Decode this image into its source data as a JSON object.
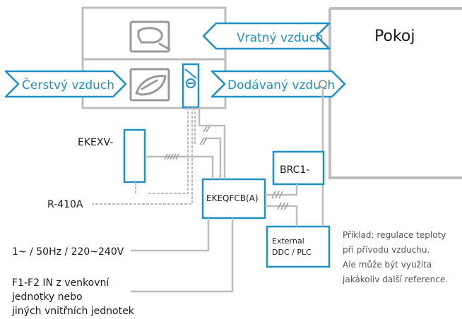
{
  "colors": {
    "accent": "#1f8fc5",
    "line": "#bdbdbd",
    "dark_line": "#999999",
    "text": "#1a1a1a"
  },
  "room": {
    "label": "Pokoj"
  },
  "arrows": {
    "return_air": "Vratný vzduch",
    "fresh_air": "Čerstvý vzduch",
    "supply_air": "Dodávaný vzduch"
  },
  "components": {
    "expansion_valve": "EKEXV-",
    "control_box": "EKEQFCB(A)",
    "remote": "BRC1-",
    "ddc_line1": "External",
    "ddc_line2": "DDC / PLC",
    "refrigerant": "R-410A"
  },
  "labels": {
    "power": "1~ / 50Hz / 220~240V",
    "f1f2_line1": "F1-F2 IN z venkovní",
    "f1f2_line2": "jednotky nebo",
    "f1f2_line3": "jiných vnitřních jednotek"
  },
  "note": {
    "line1": "Příklad: regulace teploty",
    "line2": "při přívodu vzduchu.",
    "line3": "Ale může být využita",
    "line4": "jakákoliv další reference."
  },
  "icons": [
    "fan-icon",
    "heat-exchanger-icon",
    "damper-icon"
  ]
}
